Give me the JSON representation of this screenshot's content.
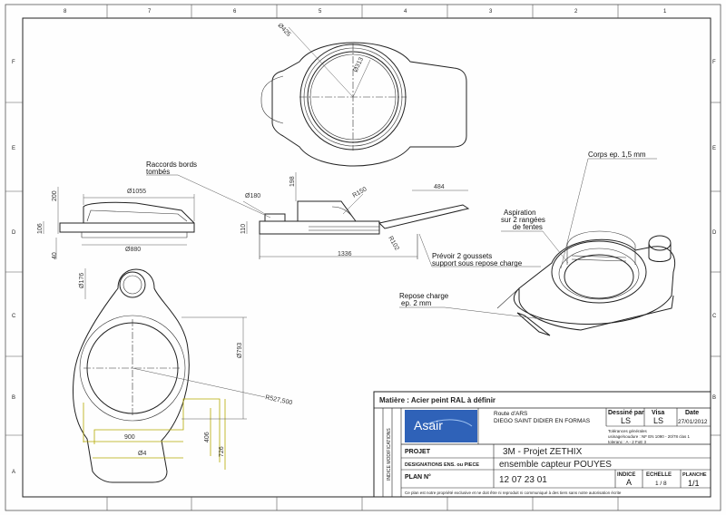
{
  "zones_top": [
    "8",
    "7",
    "6",
    "5",
    "4",
    "3",
    "2",
    "1"
  ],
  "zones_side": [
    "F",
    "E",
    "D",
    "C",
    "B",
    "A"
  ],
  "dims": {
    "top_outer": "Ø425",
    "top_inner": "Ø313",
    "front_width": "Ø1055",
    "front_h200": "200",
    "front_h106": "106",
    "front_h40": "40",
    "front_base": "Ø880",
    "side_d180": "Ø180",
    "side_h198": "198",
    "side_r150": "R150",
    "side_w484": "484",
    "side_h110": "110",
    "side_l1336": "1336",
    "side_r102": "R102",
    "bottom_d176": "Ø176",
    "bottom_d793": "Ø793",
    "bottom_r527": "R527,500",
    "bottom_900": "900",
    "bottom_4": "Ø4",
    "bottom_406": "406",
    "bottom_726": "726"
  },
  "notes": {
    "raccords_l1": "Raccords bords",
    "raccords_l2": "tombés",
    "corps": "Corps ep. 1,5 mm",
    "aspiration_l1": "Aspiration",
    "aspiration_l2": "sur 2 rangées",
    "aspiration_l3": "de fentes",
    "prevoir_l1": "Prévoir 2 goussets",
    "prevoir_l2": "support sous repose charge",
    "repose_l1": "Repose charge",
    "repose_l2": "ep. 2 mm"
  },
  "titleblock": {
    "matiere": "Matière : Acier peint RAL à définir",
    "logo": "Asair",
    "route_l1": "Route d'ARS",
    "route_l2": "DIEGO SAINT DIDIER EN FORMAS",
    "dessine_par_label": "Dessiné par",
    "dessine_par": "LS",
    "vise_label": "Visa",
    "vise": "LS",
    "date_label": "Date",
    "date": "27/01/2012",
    "tolerances_l1": "Tolérances générales",
    "tolerances_l2": "usinage/soudure : NF EN 1090 - 20/78 clas 1",
    "tolerances_l3": "toleranc : A - 2 FoE 3",
    "indice_modif": "INDICE MODIFICATIONS",
    "projet_label": "PROJET",
    "projet": "3M - Projet ZETHIX",
    "ensemble_label": "DESIGNATIONS ENS. ou PIECE",
    "ensemble": "ensemble capteur POUYES",
    "plan_label": "PLAN N°",
    "plan": "12 07 23 01",
    "indice_label": "INDICE",
    "indice": "A",
    "echelle_label": "ECHELLE",
    "echelle": "1 / 8",
    "planche_label": "PLANCHE",
    "planche": "1/1",
    "footer": "Ce plan est notre propriété exclusive et ne doit être ni reproduit ni communiqué à des tiers sans notre autorisation écrite"
  }
}
